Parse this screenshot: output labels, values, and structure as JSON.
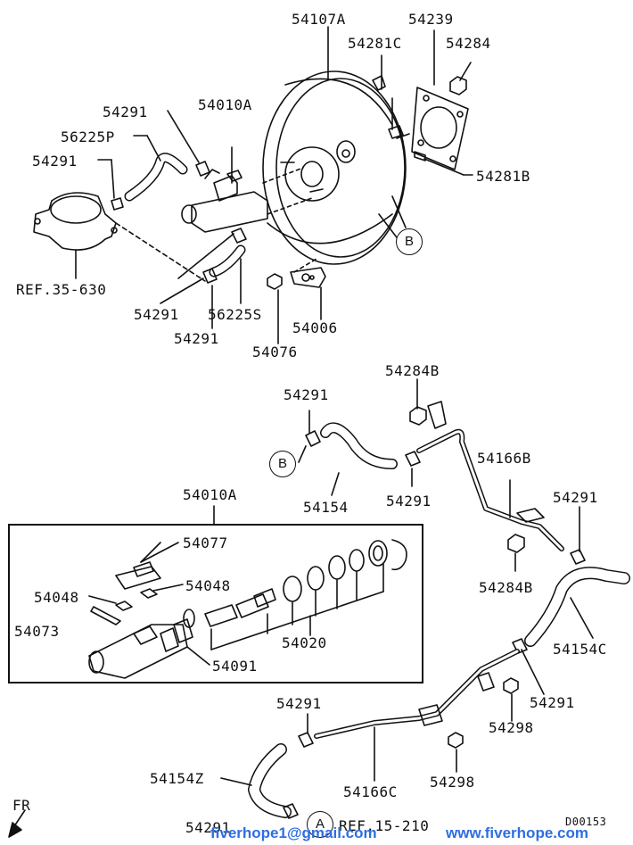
{
  "labels": {
    "l54107A": "54107A",
    "l54239": "54239",
    "l54281C": "54281C",
    "l54284": "54284",
    "l54291a": "54291",
    "l54010A_top": "54010A",
    "l56225P": "56225P",
    "l54291b": "54291",
    "l54281B": "54281B",
    "lref35": "REF.35-630",
    "l54291c": "54291",
    "l56225S": "56225S",
    "l54291d": "54291",
    "l54006": "54006",
    "l54076": "54076",
    "l54284B_top": "54284B",
    "l54291e": "54291",
    "l54166B": "54166B",
    "l54154": "54154",
    "l54291f": "54291",
    "l54291g": "54291",
    "l54010A_box": "54010A",
    "l54077": "54077",
    "l54048a": "54048",
    "l54048b": "54048",
    "l54073": "54073",
    "l54020": "54020",
    "l54091": "54091",
    "l54284B_mid": "54284B",
    "l54154C": "54154C",
    "l54291h": "54291",
    "l54298a": "54298",
    "l54291i": "54291",
    "l54154Z": "54154Z",
    "l54166C": "54166C",
    "l54298b": "54298",
    "l54291j": "54291",
    "lref15": "REF.15-210",
    "lfr": "FR",
    "lcode": "D00153"
  },
  "callouts": {
    "b1": "B",
    "b2": "B",
    "a1": "A"
  },
  "watermark": {
    "email": "fiverhope1@gmail.com",
    "site": "www.fiverhope.com",
    "color": "#2e6ee0"
  }
}
